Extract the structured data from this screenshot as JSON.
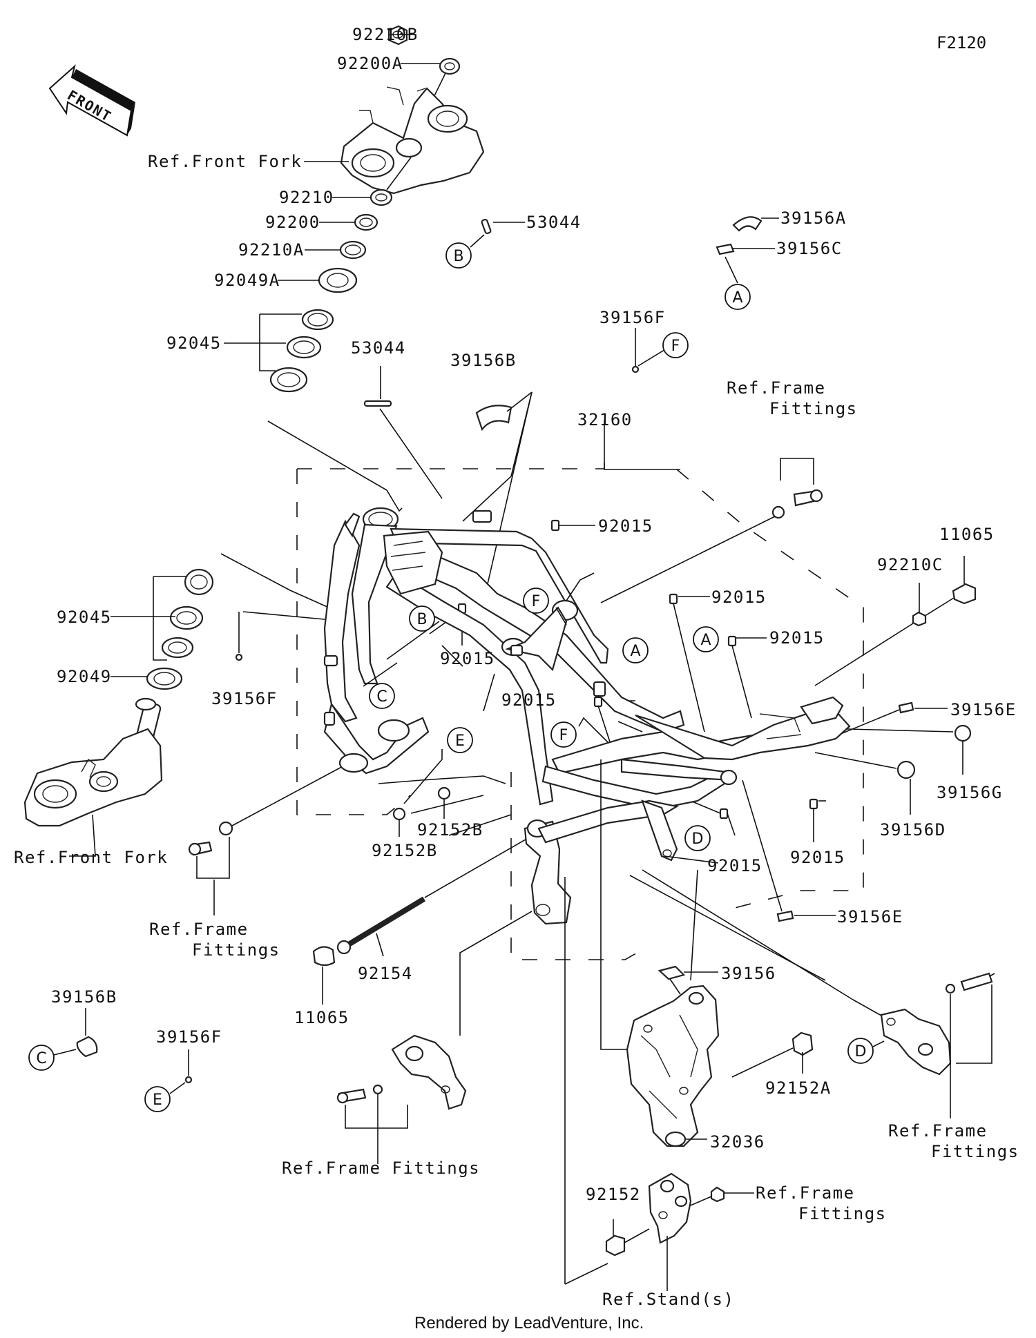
{
  "figure_code": "F2120",
  "front_arrow": "FRONT",
  "footer": "Rendered by LeadVenture, Inc.",
  "labels": {
    "p92210B": "92210B",
    "p92200A": "92200A",
    "ref_front_fork_top": "Ref.Front Fork",
    "p92210": "92210",
    "p92200": "92200",
    "p92210A": "92210A",
    "p92049A": "92049A",
    "p92045_top": "92045",
    "p53044_b": "53044",
    "p53044": "53044",
    "p39156A": "39156A",
    "p39156C": "39156C",
    "p39156F_top": "39156F",
    "p39156B": "39156B",
    "p32160": "32160",
    "ref_frame_fittings_top": [
      "Ref.Frame",
      "Fittings"
    ],
    "p11065_right": "11065",
    "p92210C": "92210C",
    "p92015_a": "92015",
    "p92015_b": "92015",
    "p92015_c": "92015",
    "p92015_d": "92015",
    "p92015_e": "92015",
    "p92015_f": "92015",
    "p92015_g": "92015",
    "p92045_mid": "92045",
    "p92049": "92049",
    "p39156F_mid": "39156F",
    "p39156E_top": "39156E",
    "p39156G": "39156G",
    "p39156D": "39156D",
    "ref_front_fork_bottom": "Ref.Front Fork",
    "p92152B_a": "92152B",
    "p92152B_b": "92152B",
    "p39156E_bottom": "39156E",
    "ref_frame_fittings_left": [
      "Ref.Frame",
      "Fittings"
    ],
    "p92154": "92154",
    "p11065_left": "11065",
    "p39156": "39156",
    "p39156B_bottom": "39156B",
    "p39156F_bottom": "39156F",
    "p92152A": "92152A",
    "ref_frame_fittings_right": [
      "Ref.Frame",
      "Fittings"
    ],
    "p32036": "32036",
    "ref_frame_fittings_center": "Ref.Frame Fittings",
    "p92152": "92152",
    "ref_frame_fittings_bottom": [
      "Ref.Frame",
      "Fittings"
    ],
    "ref_stands": "Ref.Stand(s)"
  },
  "callouts": {
    "a": "A",
    "b": "B",
    "c": "C",
    "d": "D",
    "e": "E",
    "f": "F"
  }
}
